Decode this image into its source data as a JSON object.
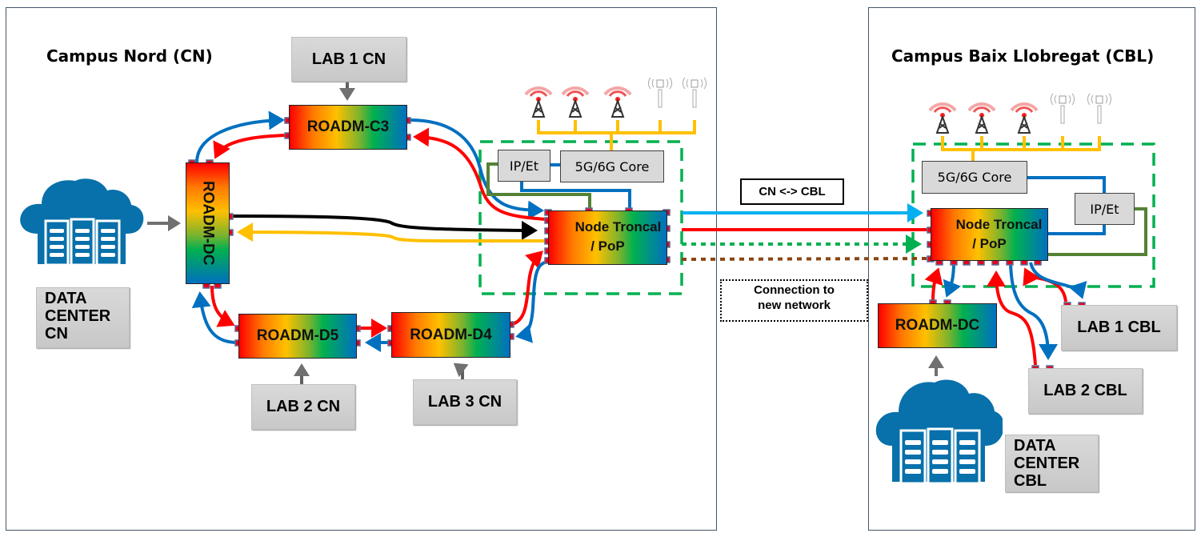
{
  "diagram": {
    "campus_cn": {
      "title": "Campus Nord (CN)",
      "labs": [
        "LAB 1 CN",
        "LAB 2 CN",
        "LAB 3 CN"
      ],
      "data_center": "DATA CENTER CN",
      "data_center_lines": [
        "DATA",
        "CENTER",
        "CN"
      ],
      "roadms": {
        "c3": "ROADM-C3",
        "dc": "ROADM-DC",
        "d5": "ROADM-D5",
        "d4": "ROADM-D4"
      },
      "node": {
        "line1": "Node Troncal",
        "line2": "/ PoP"
      },
      "ip_et": "IP/Et",
      "core": "5G/6G Core",
      "antennas": {
        "towers": 3,
        "small_cells": 2
      }
    },
    "campus_cbl": {
      "title": "Campus Baix Llobregat (CBL)",
      "labs": [
        "LAB 1 CBL",
        "LAB 2 CBL"
      ],
      "data_center": "DATA CENTER CBL",
      "data_center_lines": [
        "DATA",
        "CENTER",
        "CBL"
      ],
      "roadm_dc": "ROADM-DC",
      "node": {
        "line1": "Node Troncal",
        "line2": "/ PoP"
      },
      "ip_et": "IP/Et",
      "core": "5G/6G Core",
      "antennas": {
        "towers": 3,
        "small_cells": 2
      }
    },
    "interlink": {
      "label": "CN <-> CBL",
      "new_network_lines": [
        "Connection to",
        "new network"
      ]
    },
    "colors": {
      "blue_link": "#0070c0",
      "red_link": "#ff0000",
      "light_blue_link": "#00b0f0",
      "black_link": "#000000",
      "yellow_link": "#ffc000",
      "green_link": "#548235",
      "green_dotted": "#00b050",
      "brown_dotted": "#8b4513",
      "dashed_border": "#00b050",
      "cloud": "#0870aa",
      "arrow_gray": "#707070"
    }
  }
}
